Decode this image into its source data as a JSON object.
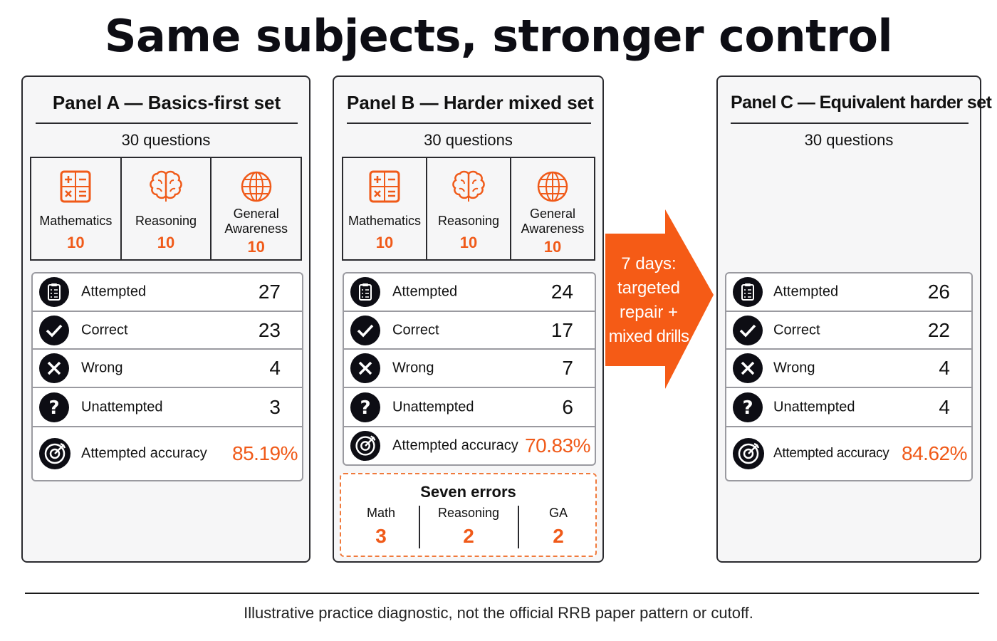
{
  "title": "Same subjects, stronger control",
  "colors": {
    "accent": "#f05a19",
    "ink": "#111111",
    "border": "#2a2a2e"
  },
  "icons": {
    "Mathematics": "calculator-icon",
    "Reasoning": "brain-icon",
    "General Awareness": "globe-icon",
    "Attempted": "clipboard-icon",
    "Correct": "check-icon",
    "Wrong": "x-icon",
    "Unattempted": "question-icon",
    "Attempted accuracy": "target-icon"
  },
  "panels": {
    "a": {
      "title": "Panel A — Basics-first set",
      "subtitle": "30 questions",
      "subjects": [
        {
          "name": "Mathematics",
          "count": "10"
        },
        {
          "name": "Reasoning",
          "count": "10"
        },
        {
          "name": "General Awareness",
          "line1": "General",
          "line2": "Awareness",
          "count": "10"
        }
      ],
      "stats": [
        {
          "label": "Attempted",
          "value": "27"
        },
        {
          "label": "Correct",
          "value": "23"
        },
        {
          "label": "Wrong",
          "value": "4"
        },
        {
          "label": "Unattempted",
          "value": "3"
        },
        {
          "label": "Attempted accuracy",
          "value": "85.19%"
        }
      ]
    },
    "b": {
      "title": "Panel B — Harder mixed set",
      "subtitle": "30 questions",
      "subjects": [
        {
          "name": "Mathematics",
          "count": "10"
        },
        {
          "name": "Reasoning",
          "count": "10"
        },
        {
          "name": "General Awareness",
          "line1": "General",
          "line2": "Awareness",
          "count": "10"
        }
      ],
      "stats": [
        {
          "label": "Attempted",
          "value": "24"
        },
        {
          "label": "Correct",
          "value": "17"
        },
        {
          "label": "Wrong",
          "value": "7"
        },
        {
          "label": "Unattempted",
          "value": "6"
        },
        {
          "label": "Attempted accuracy",
          "value": "70.83%"
        }
      ],
      "errors": {
        "title": "Seven errors",
        "items": [
          {
            "name": "Math",
            "value": "3"
          },
          {
            "name": "Reasoning",
            "value": "2"
          },
          {
            "name": "GA",
            "value": "2"
          }
        ]
      }
    },
    "c": {
      "title": "Panel C — Equivalent harder set",
      "subtitle": "30 questions",
      "stats": [
        {
          "label": "Attempted",
          "value": "26"
        },
        {
          "label": "Correct",
          "value": "22"
        },
        {
          "label": "Wrong",
          "value": "4"
        },
        {
          "label": "Unattempted",
          "value": "4"
        },
        {
          "label": "Attempted accuracy",
          "value": "84.62%"
        }
      ]
    }
  },
  "arrow": {
    "lines": [
      "7 days:",
      "targeted",
      "repair +",
      "mixed drills"
    ]
  },
  "footnote": "Illustrative practice diagnostic, not the official RRB paper pattern or cutoff."
}
